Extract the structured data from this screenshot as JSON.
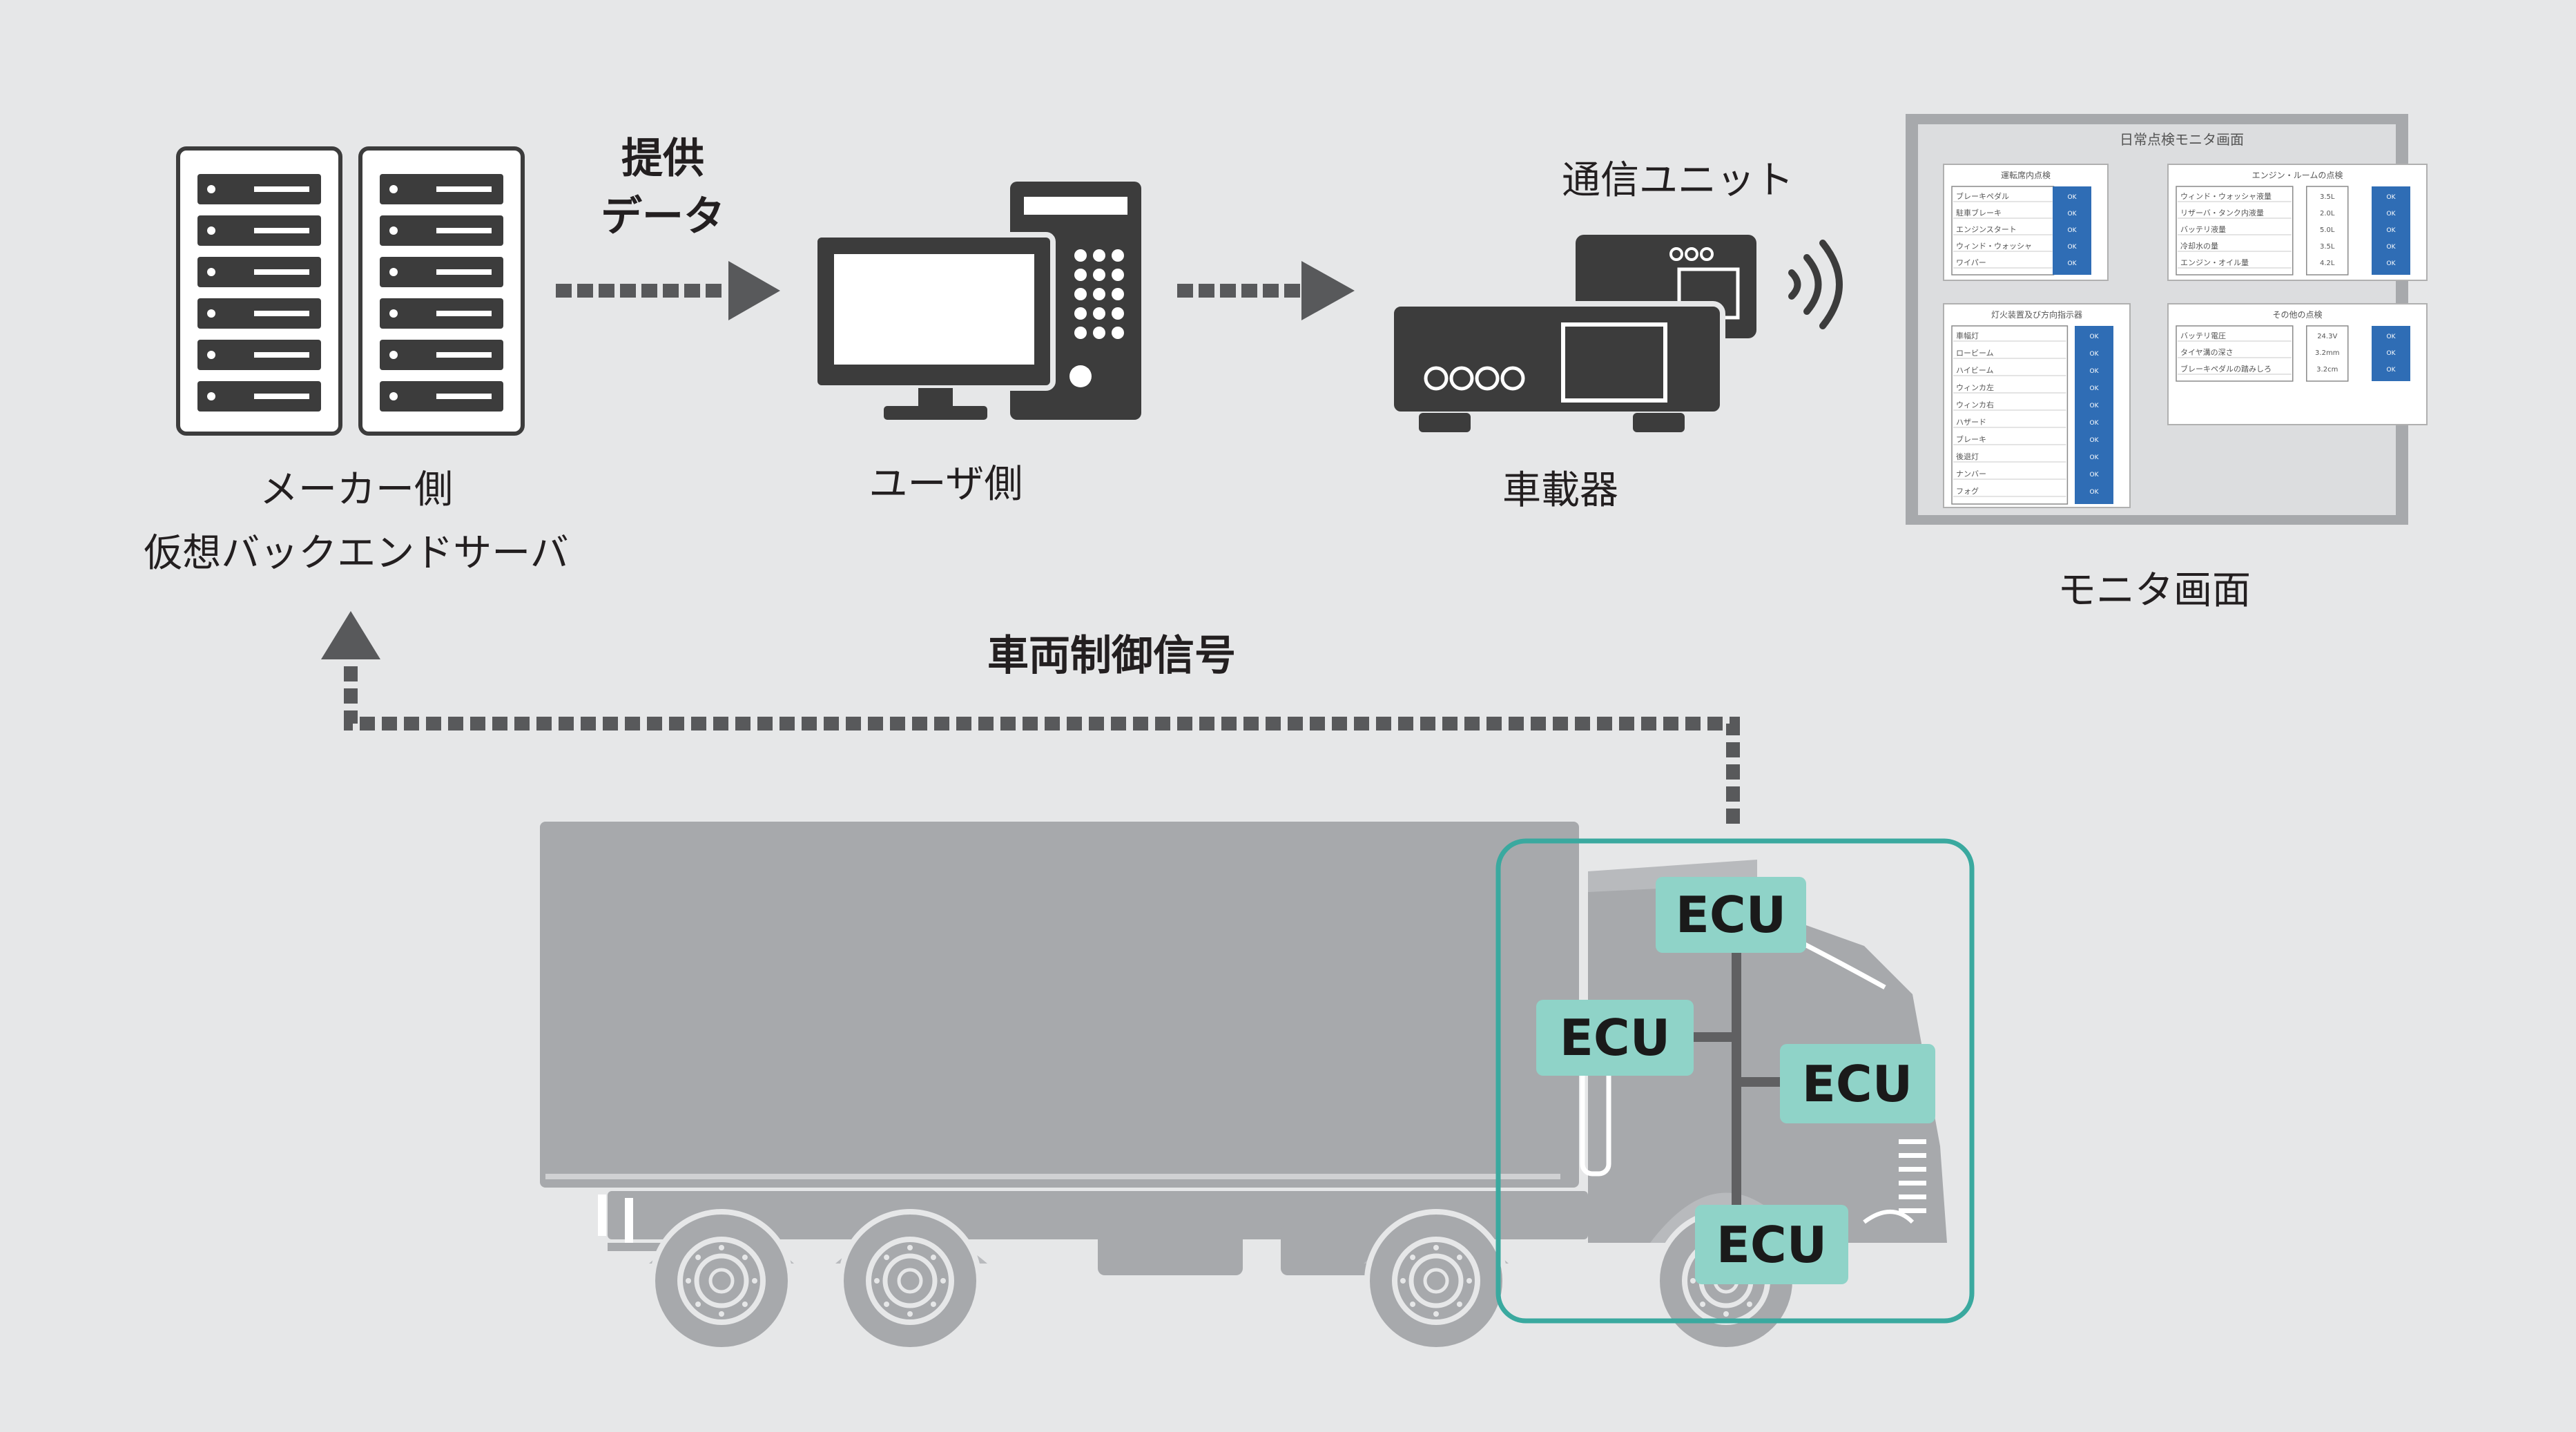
{
  "labels": {
    "server_line1": "メーカー側",
    "server_line2": "仮想バックエンドサーバ",
    "provide_line1": "提供",
    "provide_line2": "データ",
    "user_side": "ユーザ側",
    "comm_unit": "通信ユニット",
    "onboard": "車載器",
    "monitor_screen": "モニタ画面",
    "vehicle_control_signal": "車両制御信号"
  },
  "ecus": [
    "ECU",
    "ECU",
    "ECU",
    "ECU"
  ],
  "monitor": {
    "title": "日常点検モニタ画面",
    "panel1": {
      "title": "運転席内点検",
      "items": [
        "ブレーキペダル",
        "駐車ブレーキ",
        "エンジンスタート",
        "ウィンド・ウォッシャ",
        "ワイパー"
      ],
      "status": [
        "OK",
        "OK",
        "OK",
        "OK",
        "OK"
      ]
    },
    "panel2": {
      "title": "エンジン・ルームの点検",
      "items": [
        "ウィンド・ウォッシャ液量",
        "リザーバ・タンク内液量",
        "バッテリ液量",
        "冷却水の量",
        "エンジン・オイル量"
      ],
      "values": [
        "3.5L",
        "2.0L",
        "5.0L",
        "3.5L",
        "4.2L"
      ],
      "status": [
        "OK",
        "OK",
        "OK",
        "OK",
        "OK"
      ]
    },
    "panel3": {
      "title": "灯火装置及び方向指示器",
      "items": [
        "車幅灯",
        "ロービーム",
        "ハイビーム",
        "ウィンカ左",
        "ウィンカ右",
        "ハザード",
        "ブレーキ",
        "後退灯",
        "ナンバー",
        "フォグ"
      ],
      "status": [
        "OK",
        "OK",
        "OK",
        "OK",
        "OK",
        "OK",
        "OK",
        "OK",
        "OK",
        "OK"
      ]
    },
    "panel4": {
      "title": "その他の点検",
      "items": [
        "バッテリ電圧",
        "タイヤ溝の深さ",
        "ブレーキペダルの踏みしろ"
      ],
      "values": [
        "24.3V",
        "3.2mm",
        "3.2cm"
      ],
      "status": [
        "OK",
        "OK",
        "OK"
      ]
    }
  },
  "colors": {
    "background": "#e6e7e8",
    "icon_dark": "#3c3c3c",
    "arrow": "#58595b",
    "truck": "#a7a9ac",
    "teal_border": "#3aa99f",
    "ecu_fill": "#8fd3c8",
    "monitor_frame": "#a7a9ac",
    "ok_badge": "#2f6db5"
  },
  "icons": [
    "server-rack-icon",
    "desktop-computer-icon",
    "onboard-device-icon",
    "wireless-signal-icon",
    "truck-icon",
    "up-arrow-icon",
    "right-arrow-icon"
  ]
}
